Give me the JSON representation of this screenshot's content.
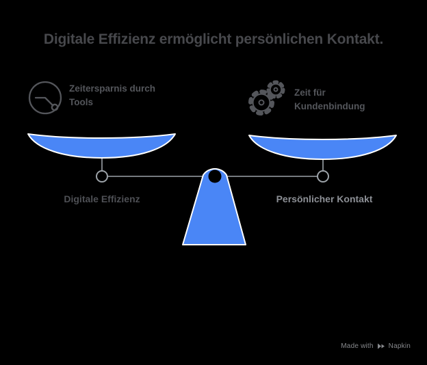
{
  "title": "Digitale Effizienz ermöglicht persönlichen Kontakt.",
  "colors": {
    "background": "#000000",
    "accent_blue": "#4a86f6",
    "title_gray": "#47484c",
    "label_dark": "#54565b",
    "label_light": "#8d9096",
    "line_gray": "#9da3a9"
  },
  "legend": {
    "left": {
      "icon": "clock-icon",
      "lines": [
        "Zeitersparnis durch",
        "Tools"
      ]
    },
    "right": {
      "icon": "gears-icon",
      "lines": [
        "Zeit für",
        "Kundenbindung"
      ]
    }
  },
  "scale": {
    "left_pan_label": "Digitale Effizienz",
    "right_pan_label": "Persönlicher Kontakt"
  },
  "watermark": {
    "prefix": "Made with",
    "brand": "Napkin"
  }
}
